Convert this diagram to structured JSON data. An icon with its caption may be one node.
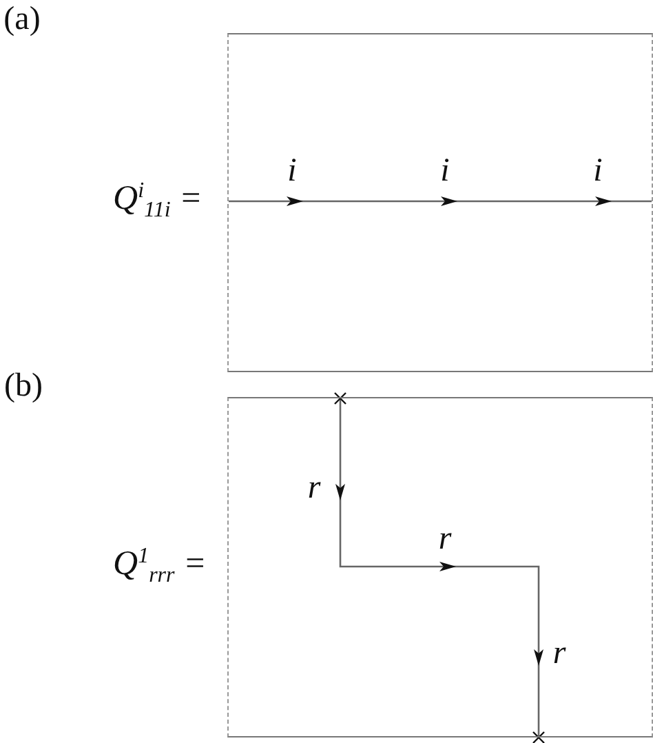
{
  "diagram": {
    "nodes": [
      {
        "text": [],
        "shape": "box",
        "beside": [
          "Q$^{i}$$_{11i}$ ="
        ]
      },
      {
        "text": [],
        "shape": "box",
        "beside": [
          "Q$^{1}$$_{rrr}$ ="
        ]
      }
    ],
    "labels": [
      "(a)",
      "i",
      "i",
      "i",
      "(b)",
      "r",
      "r",
      "r"
    ]
  }
}
